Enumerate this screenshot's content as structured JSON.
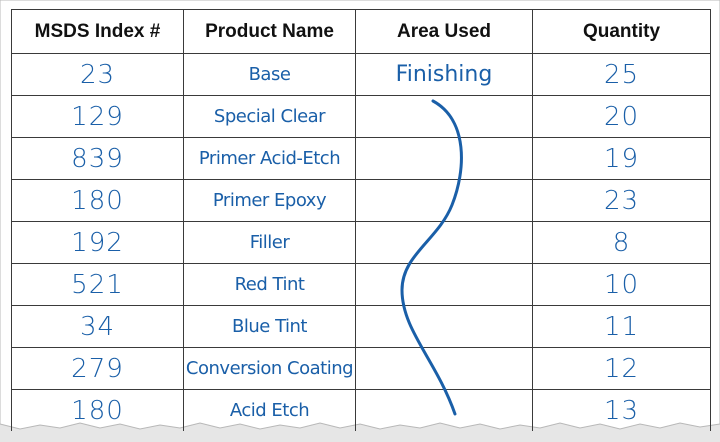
{
  "table": {
    "headers": {
      "index": "MSDS Index #",
      "product": "Product Name",
      "area": "Area Used",
      "quantity": "Quantity"
    },
    "rows": [
      {
        "index": "23",
        "product": "Base",
        "area": "Finishing",
        "quantity": "25"
      },
      {
        "index": "129",
        "product": "Special Clear",
        "area": "",
        "quantity": "20"
      },
      {
        "index": "839",
        "product": "Primer Acid-Etch",
        "area": "",
        "quantity": "19"
      },
      {
        "index": "180",
        "product": "Primer Epoxy",
        "area": "",
        "quantity": "23"
      },
      {
        "index": "192",
        "product": "Filler",
        "area": "",
        "quantity": "8"
      },
      {
        "index": "521",
        "product": "Red Tint",
        "area": "",
        "quantity": "10"
      },
      {
        "index": "34",
        "product": "Blue Tint",
        "area": "",
        "quantity": "11"
      },
      {
        "index": "279",
        "product": "Conversion Coating",
        "area": "",
        "quantity": "12"
      },
      {
        "index": "180",
        "product": "Acid Etch",
        "area": "",
        "quantity": "13"
      }
    ]
  },
  "colors": {
    "handwriting": "#1a5fa8",
    "grid_lines": "#3a3a3a",
    "paper": "#ffffff",
    "background": "#e6e6e6"
  }
}
